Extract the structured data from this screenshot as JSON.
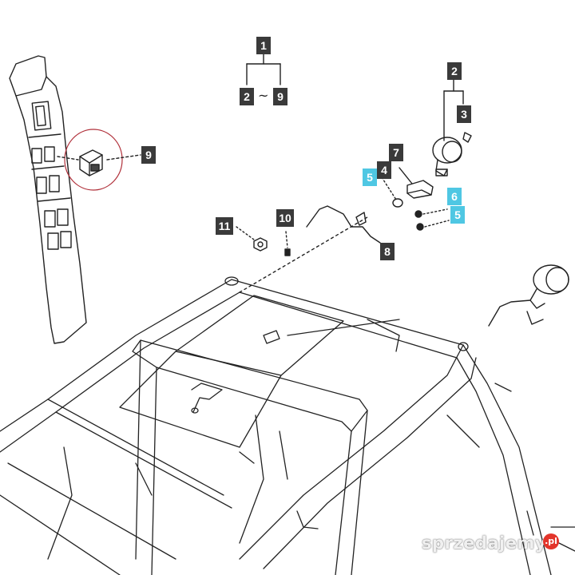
{
  "callouts": {
    "c1": "1",
    "c2_range": "2",
    "c9_range": "9",
    "tilde": "~",
    "c2": "2",
    "c3": "3",
    "c7": "7",
    "c4": "4",
    "c5_left": "5",
    "c6": "6",
    "c5_right": "5",
    "c9": "9",
    "c11": "11",
    "c10": "10",
    "c8": "8"
  },
  "watermark": {
    "text": "sprzedajemy",
    "suffix": ".pl"
  },
  "colors": {
    "line": "#222222",
    "callout_dark": "#3a3a3a",
    "callout_highlight": "#4fc7e3"
  }
}
